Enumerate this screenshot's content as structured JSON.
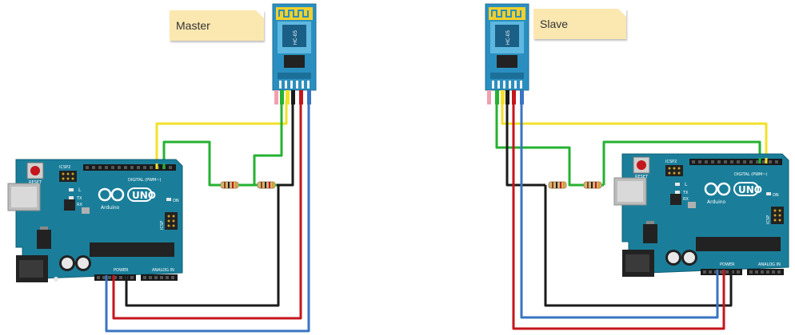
{
  "labels": {
    "master": "Master",
    "slave": "Slave"
  },
  "module": {
    "name": "HC-05"
  },
  "arduino": {
    "brand": "Arduino",
    "model": "UNO",
    "reset": "RESET",
    "icsp": "ICSP",
    "icsp2": "ICSP2",
    "digital": "DIGITAL (PWM~)",
    "power": "POWER",
    "analog": "ANALOG IN",
    "led_l": "L",
    "led_tx": "TX",
    "led_rx": "RX",
    "led_on": "ON"
  },
  "colors": {
    "board": "#1a7e9a",
    "board_edge": "#0f5f76",
    "wire_yellow": "#f2e12a",
    "wire_green": "#25b232",
    "wire_black": "#1a1a1a",
    "wire_red": "#c4161c",
    "wire_blue": "#3a74c2",
    "module_blue": "#2a8fc0",
    "note_bg": "#fbe8b0"
  }
}
